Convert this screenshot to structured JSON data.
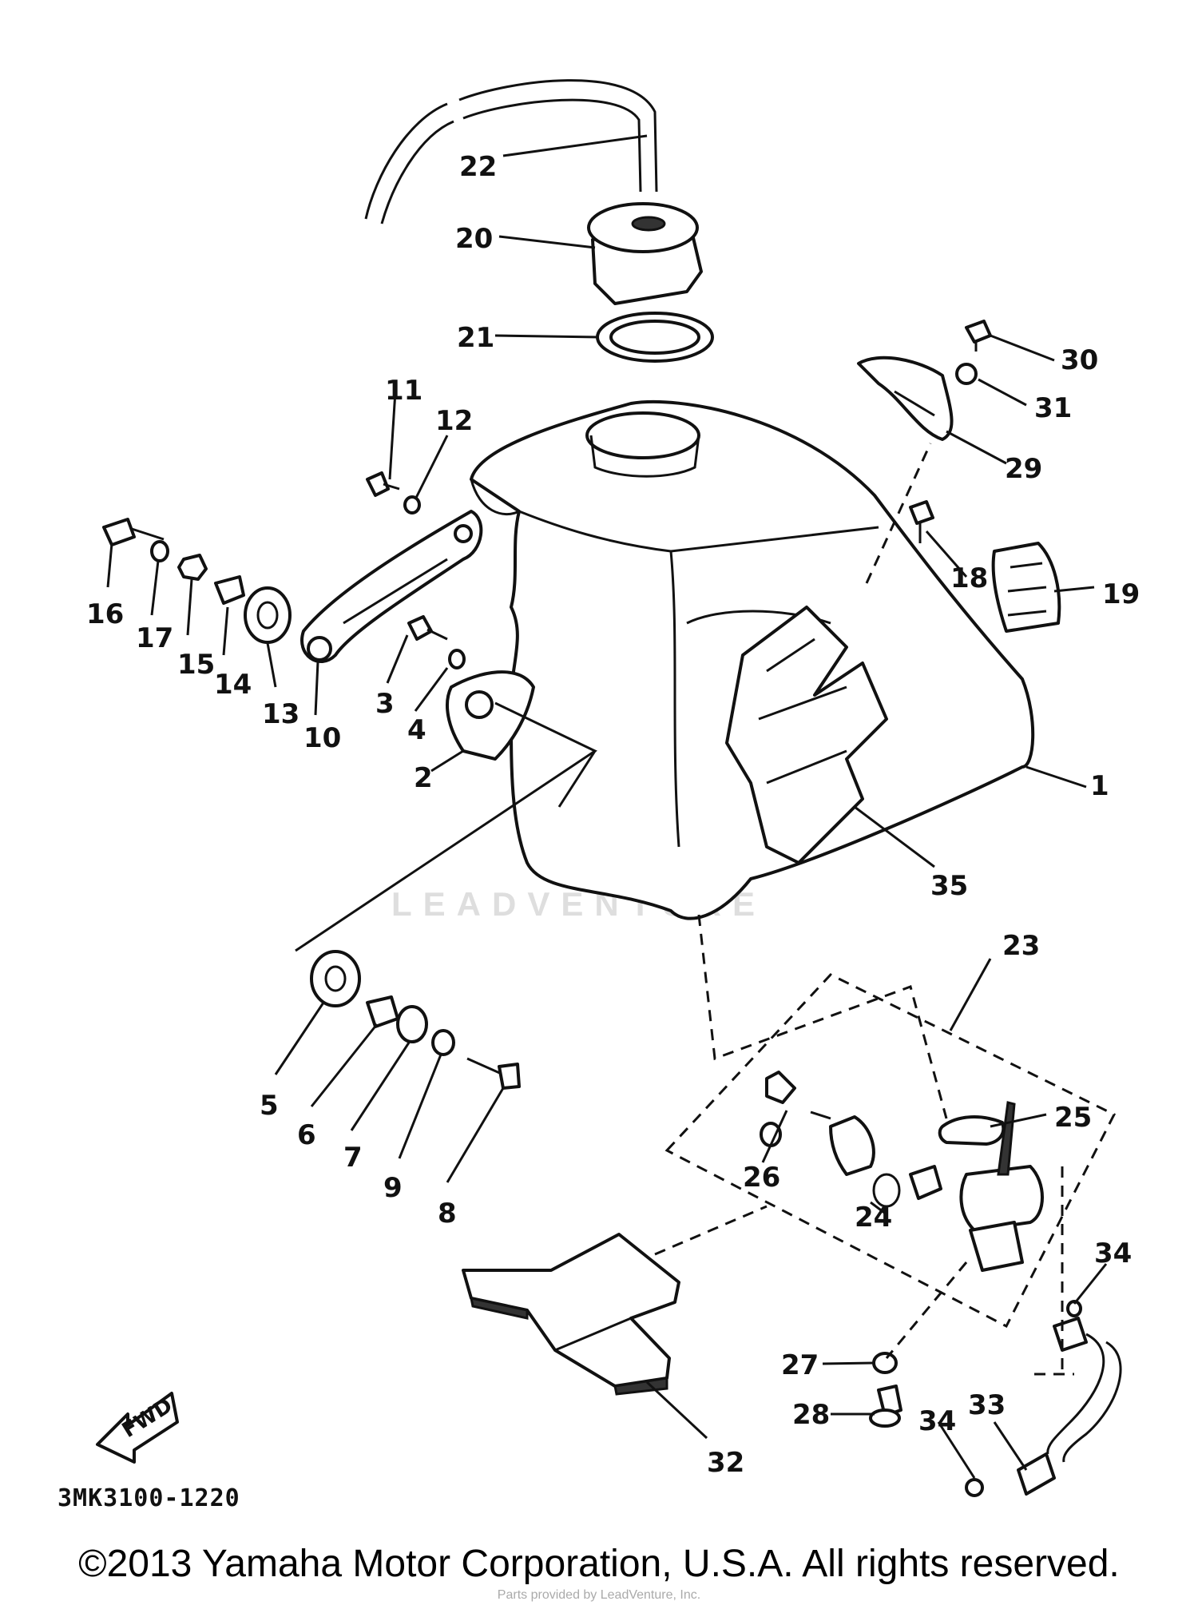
{
  "diagram": {
    "catalog_code": "3MK3100-1220",
    "watermark": "LEADVENTURE",
    "fwd_label": "FWD",
    "copyright": "©2013 Yamaha Motor Corporation, U.S.A. All rights reserved.",
    "fine_print": "Parts provided by LeadVenture, Inc.",
    "callouts": [
      "1",
      "2",
      "3",
      "4",
      "5",
      "6",
      "7",
      "8",
      "9",
      "10",
      "11",
      "12",
      "13",
      "14",
      "15",
      "16",
      "17",
      "18",
      "19",
      "20",
      "21",
      "22",
      "23",
      "24",
      "25",
      "26",
      "27",
      "28",
      "29",
      "30",
      "31",
      "32",
      "33",
      "34",
      "34",
      "35"
    ]
  }
}
